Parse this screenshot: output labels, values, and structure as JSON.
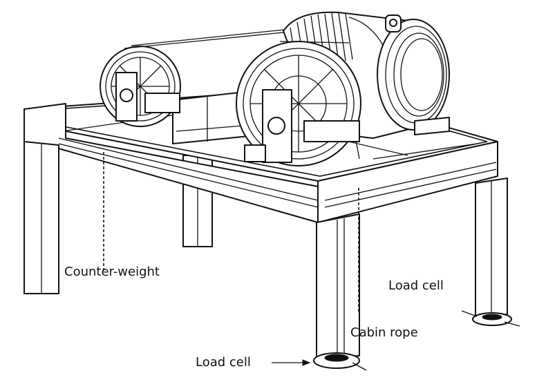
{
  "labels": {
    "counterweight": "Counter-weight",
    "load_cell_right": "Load cell",
    "cabin_rope": "Cabin rope",
    "load_cell_front": "Load cell"
  }
}
